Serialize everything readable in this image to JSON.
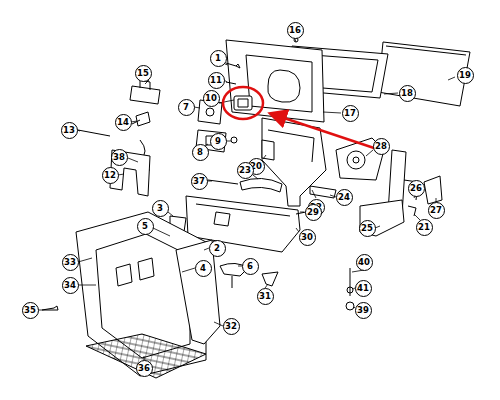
{
  "diagram": {
    "labels": [
      "16",
      "1",
      "15",
      "19",
      "11",
      "18",
      "10",
      "7",
      "17",
      "14",
      "13",
      "9",
      "28",
      "8",
      "38",
      "20",
      "23",
      "12",
      "37",
      "26",
      "27",
      "24",
      "22",
      "3",
      "29",
      "21",
      "5",
      "25",
      "30",
      "2",
      "33",
      "40",
      "4",
      "6",
      "34",
      "41",
      "31",
      "39",
      "35",
      "32",
      "36"
    ]
  }
}
